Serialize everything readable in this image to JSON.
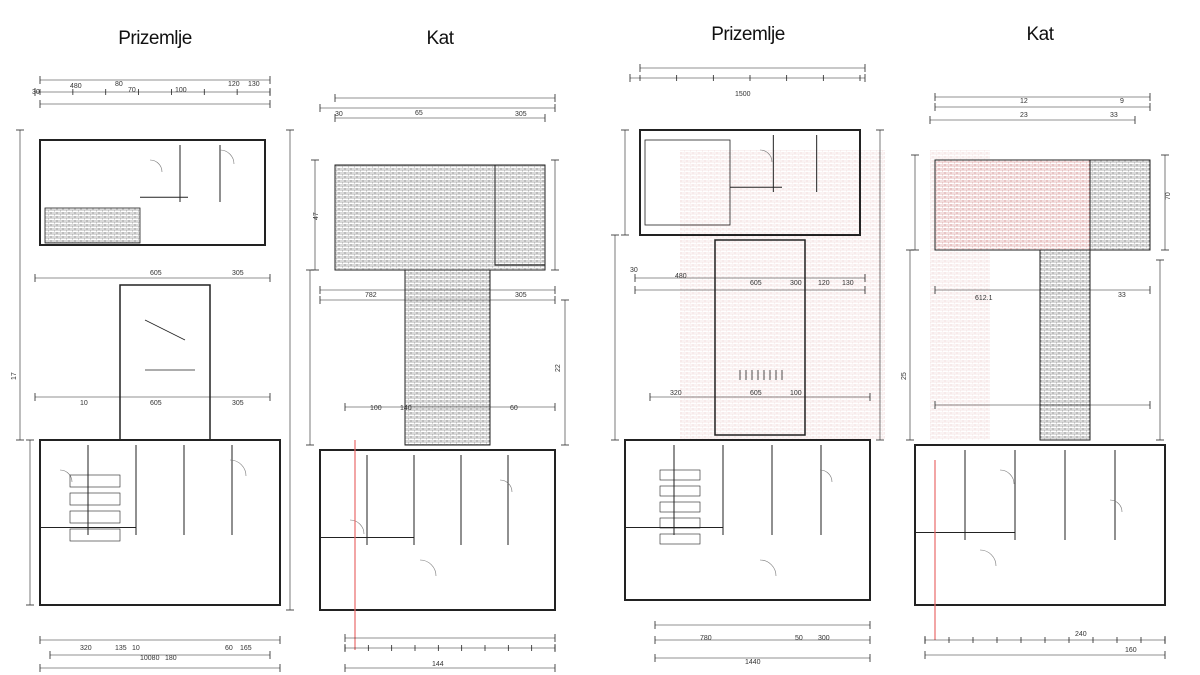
{
  "plans": [
    {
      "title": "Prizemlje",
      "dims": [
        "480",
        "80",
        "70",
        "100",
        "120",
        "130",
        "30",
        "605",
        "305",
        "10",
        "605",
        "305",
        "320",
        "135",
        "10",
        "10080",
        "180",
        "60",
        "165",
        "17"
      ],
      "accent": "#222222"
    },
    {
      "title": "Kat",
      "dims": [
        "65",
        "305",
        "782",
        "305",
        "100",
        "140",
        "60",
        "144",
        "30",
        "47",
        "22"
      ],
      "accent": "#222222"
    },
    {
      "title": "Prizemlje",
      "dims": [
        "1500",
        "480",
        "605",
        "300",
        "120",
        "130",
        "320",
        "605",
        "100",
        "780",
        "50",
        "300",
        "1440",
        "30"
      ],
      "accent": "#e05050"
    },
    {
      "title": "Kat",
      "dims": [
        "12",
        "9",
        "23",
        "33",
        "612.1",
        "33",
        "240",
        "160",
        "25",
        "70"
      ],
      "accent": "#e05050"
    }
  ],
  "colors": {
    "line": "#222222",
    "hatch": "#555555",
    "redline": "#e86a6a"
  }
}
